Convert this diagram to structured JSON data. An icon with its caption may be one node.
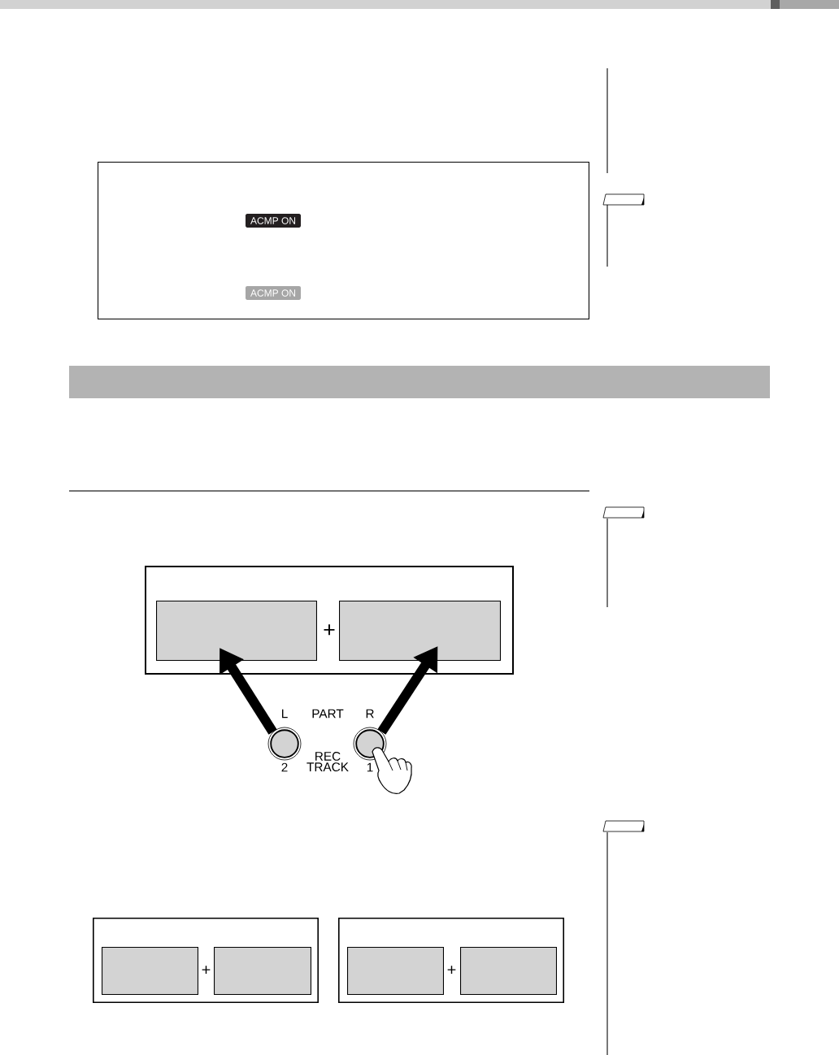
{
  "diagram": {
    "nodes": [
      {
        "text": [],
        "shape": "box"
      },
      {
        "text": [
          "ACMP ON"
        ],
        "in": 0
      },
      {
        "text": [
          "ACMP ON"
        ],
        "in": 0
      },
      {
        "text": [],
        "shape": "bar"
      },
      {
        "text": [],
        "shape": "box"
      },
      {
        "text": [],
        "shape": "box",
        "in": 4
      },
      {
        "text": [],
        "shape": "box",
        "in": 4
      },
      {
        "text": [],
        "shape": "circle",
        "beside": [
          "L",
          "2"
        ]
      },
      {
        "text": [],
        "shape": "circle",
        "beside": [
          "R",
          "1"
        ]
      },
      {
        "text": [],
        "shape": "box"
      },
      {
        "text": [],
        "shape": "box",
        "in": 9
      },
      {
        "text": [],
        "shape": "box",
        "in": 9
      },
      {
        "text": [],
        "shape": "box"
      },
      {
        "text": [],
        "shape": "box",
        "in": 12
      },
      {
        "text": [],
        "shape": "box",
        "in": 12
      }
    ],
    "edges": [
      {
        "from": 7,
        "to": 5,
        "arrow": "to"
      },
      {
        "from": 8,
        "to": 6,
        "arrow": "to"
      }
    ],
    "labels": [
      "+",
      "PART",
      "REC TRACK",
      "+",
      "+"
    ]
  }
}
